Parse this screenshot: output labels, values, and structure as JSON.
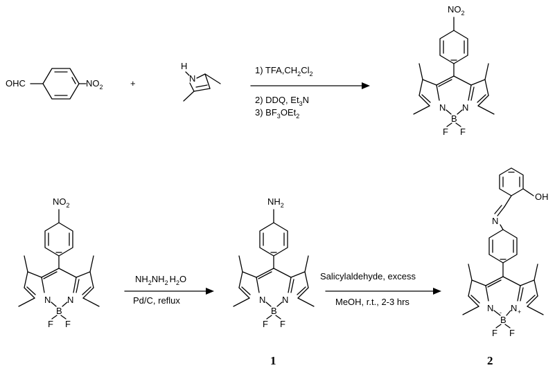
{
  "reaction1": {
    "reactant1": {
      "prefix": "OHC",
      "group": "NO",
      "group_sub": "2"
    },
    "plus": "+",
    "reactant2": {
      "nh": "H",
      "n": "N"
    },
    "conditions": [
      {
        "main": "1) TFA,CH",
        "sub1": "2",
        "mid": "Cl",
        "sub2": "2"
      },
      {
        "main": "2) DDQ, Et",
        "sub1": "3",
        "tail": "N"
      },
      {
        "main": "3) BF",
        "sub1": "3",
        "tail": "OEt",
        "sub2": "2"
      }
    ],
    "product": {
      "group": "NO",
      "group_sub": "2"
    }
  },
  "reaction2": {
    "start": {
      "group": "NO",
      "group_sub": "2"
    },
    "reagent": {
      "a": "NH",
      "a_sub": "2",
      "b": "NH",
      "b_sub": "2",
      "c": "H",
      "c_sub": "2",
      "d": "O"
    },
    "catalyst": "Pd/C, reflux",
    "intermediate": {
      "group": "NH",
      "group_sub": "2",
      "label": "1"
    },
    "step2_top": "Salicylaldehyde, excess",
    "step2_bottom": "MeOH, r.t., 2-3 hrs",
    "final": {
      "n": "N",
      "oh": "OH",
      "label": "2"
    }
  },
  "bodipy_atoms": {
    "n": "N",
    "b": "B",
    "f": "F",
    "minus": "-",
    "plus": "+"
  }
}
